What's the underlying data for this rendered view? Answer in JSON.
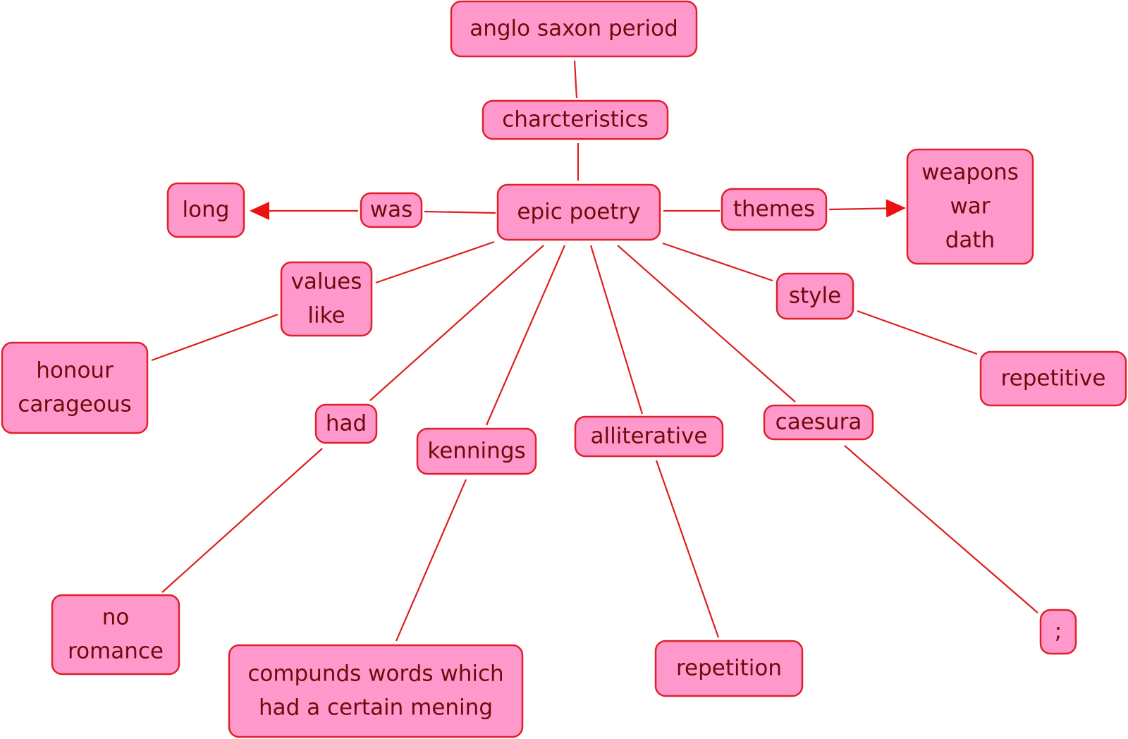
{
  "nodes": {
    "anglo_saxon_period": {
      "lines": [
        "anglo saxon period"
      ]
    },
    "charcteristics": {
      "lines": [
        "charcteristics"
      ]
    },
    "epic_poetry": {
      "lines": [
        "epic poetry"
      ]
    },
    "was": {
      "lines": [
        "was"
      ]
    },
    "long": {
      "lines": [
        "long"
      ]
    },
    "themes": {
      "lines": [
        "themes"
      ]
    },
    "weapons_war_dath": {
      "lines": [
        "weapons",
        "war",
        "dath"
      ]
    },
    "values_like": {
      "lines": [
        "values",
        "like"
      ]
    },
    "honour_carageous": {
      "lines": [
        "honour",
        "carageous"
      ]
    },
    "style": {
      "lines": [
        "style"
      ]
    },
    "repetitive": {
      "lines": [
        "repetitive"
      ]
    },
    "had": {
      "lines": [
        "had"
      ]
    },
    "no_romance": {
      "lines": [
        "no",
        "romance"
      ]
    },
    "kennings": {
      "lines": [
        "kennings"
      ]
    },
    "compunds_words": {
      "lines": [
        "compunds words which",
        "had a certain mening"
      ]
    },
    "alliterative": {
      "lines": [
        "alliterative"
      ]
    },
    "repetition": {
      "lines": [
        "repetition"
      ]
    },
    "caesura": {
      "lines": [
        "caesura"
      ]
    },
    "semicolon": {
      "lines": [
        ";"
      ]
    }
  },
  "edges": [
    {
      "from": "anglo_saxon_period",
      "to": "charcteristics",
      "arrow": false
    },
    {
      "from": "charcteristics",
      "to": "epic_poetry",
      "arrow": false
    },
    {
      "from": "epic_poetry",
      "to": "was",
      "arrow": false
    },
    {
      "from": "was",
      "to": "long",
      "arrow": true
    },
    {
      "from": "epic_poetry",
      "to": "themes",
      "arrow": false
    },
    {
      "from": "themes",
      "to": "weapons_war_dath",
      "arrow": true
    },
    {
      "from": "epic_poetry",
      "to": "values_like",
      "arrow": false
    },
    {
      "from": "values_like",
      "to": "honour_carageous",
      "arrow": false
    },
    {
      "from": "epic_poetry",
      "to": "style",
      "arrow": false
    },
    {
      "from": "style",
      "to": "repetitive",
      "arrow": false
    },
    {
      "from": "epic_poetry",
      "to": "had",
      "arrow": false
    },
    {
      "from": "had",
      "to": "no_romance",
      "arrow": false
    },
    {
      "from": "epic_poetry",
      "to": "kennings",
      "arrow": false
    },
    {
      "from": "kennings",
      "to": "compunds_words",
      "arrow": false
    },
    {
      "from": "epic_poetry",
      "to": "alliterative",
      "arrow": false
    },
    {
      "from": "alliterative",
      "to": "repetition",
      "arrow": false
    },
    {
      "from": "epic_poetry",
      "to": "caesura",
      "arrow": false
    },
    {
      "from": "caesura",
      "to": "semicolon",
      "arrow": false
    }
  ],
  "colors": {
    "node_fill": "#ff99cc",
    "node_border": "#e0202a",
    "text": "#6e0a0a",
    "line": "#dd1f1f",
    "arrow": "#ee1111"
  }
}
